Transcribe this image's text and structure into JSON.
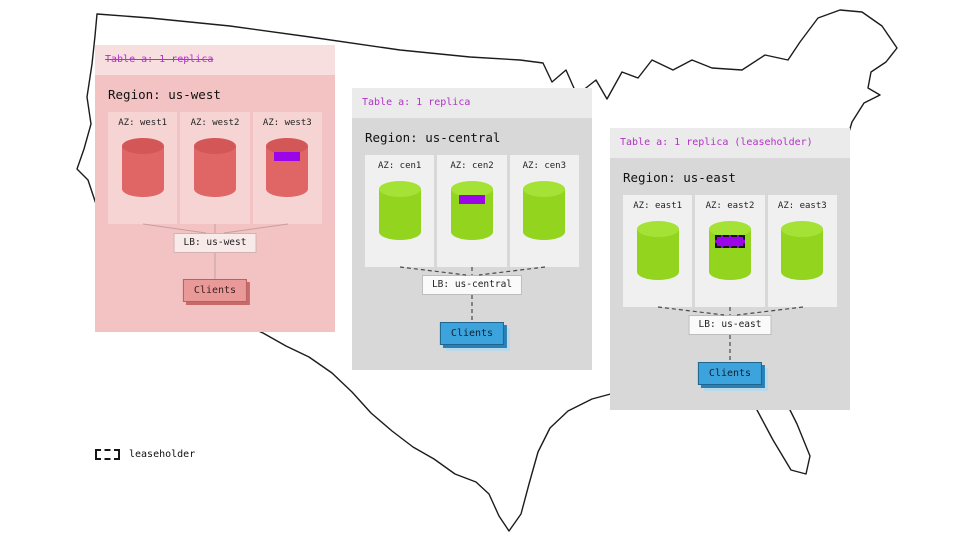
{
  "regions": [
    {
      "name": "us-west",
      "table_label": "Table a: 1 replica",
      "table_struck_through": true,
      "region_label": "Region: us-west",
      "azs": [
        {
          "label": "AZ: west1"
        },
        {
          "label": "AZ: west2"
        },
        {
          "label": "AZ: west3",
          "marker": "replica"
        }
      ],
      "lb_label": "LB: us-west",
      "clients_label": "Clients"
    },
    {
      "name": "us-central",
      "table_label": "Table a: 1 replica",
      "table_struck_through": false,
      "region_label": "Region: us-central",
      "azs": [
        {
          "label": "AZ: cen1"
        },
        {
          "label": "AZ: cen2",
          "marker": "replica"
        },
        {
          "label": "AZ: cen3"
        }
      ],
      "lb_label": "LB: us-central",
      "clients_label": "Clients"
    },
    {
      "name": "us-east",
      "table_label": "Table a: 1 replica (leaseholder)",
      "table_struck_through": false,
      "region_label": "Region: us-east",
      "azs": [
        {
          "label": "AZ: east1"
        },
        {
          "label": "AZ: east2",
          "marker": "leaseholder"
        },
        {
          "label": "AZ: east3"
        }
      ],
      "lb_label": "LB: us-east",
      "clients_label": "Clients"
    }
  ],
  "legend": {
    "label": "leaseholder"
  },
  "colors": {
    "table_text": "#b232c8",
    "replica_marker": "#9a06e8",
    "cyl_red_body": "#e06666",
    "cyl_red_top": "#d45757",
    "cyl_green_body": "#92d41e",
    "cyl_green_top": "#a5e236",
    "clients_blue": "#3da3dc",
    "clients_blue_shadow": "#2a7fb4",
    "clients_red": "#ea9999",
    "clients_red_shadow": "#c96a6a"
  }
}
